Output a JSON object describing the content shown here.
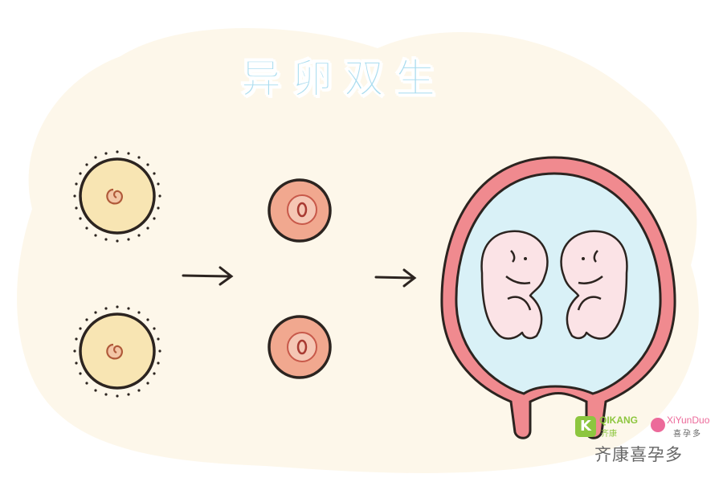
{
  "title": "异卵双生",
  "brand": {
    "qikang_en": "QIKANG",
    "qikang_cn": "齐康",
    "xiyunduo_en": "XiYunDuo",
    "xiyunduo_cn": "喜孕多",
    "footer": "齐康喜孕多"
  },
  "stages": [
    {
      "name": "two-eggs",
      "count": 2
    },
    {
      "name": "two-zygotes",
      "count": 2
    },
    {
      "name": "twin-fetuses-in-uterus",
      "count": 2
    }
  ],
  "colors": {
    "background_blob": "#fdf7ea",
    "title": "#a9dcef",
    "egg_fill": "#f8e5b3",
    "egg_outline": "#2c2420",
    "zygote_fill": "#f1a88f",
    "zygote_inner": "#f5c6b4",
    "uterus_wall": "#f08a8f",
    "amniotic_fluid": "#d9f1f7",
    "fetus_skin": "#fbe3e6",
    "qikang_green": "#8dc63f",
    "xiyunduo_pink": "#ec6a9a"
  }
}
